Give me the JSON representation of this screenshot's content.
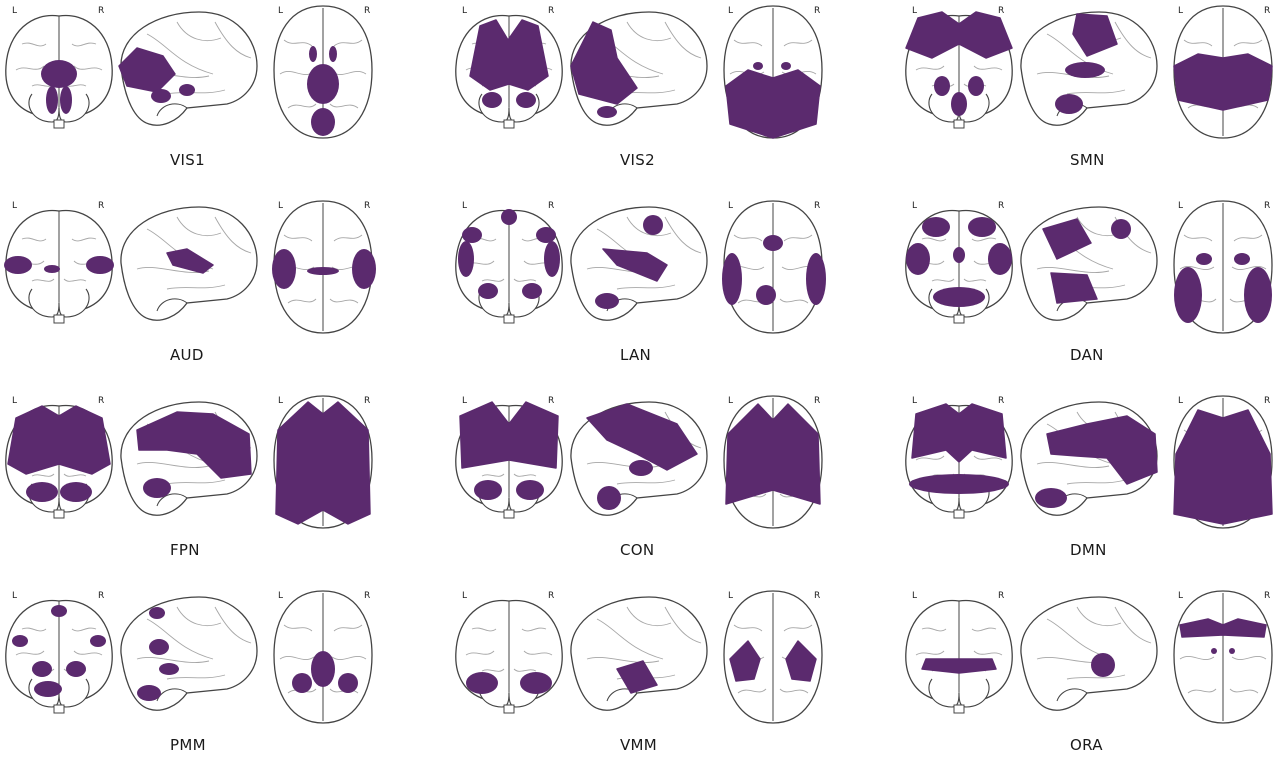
{
  "side_labels": {
    "left": "L",
    "right": "R"
  },
  "colors": {
    "region": "#5b2a6e",
    "outline": "#444444",
    "sulcus": "#a6a6a6"
  },
  "networks": [
    {
      "label": "VIS1"
    },
    {
      "label": "VIS2"
    },
    {
      "label": "SMN"
    },
    {
      "label": "AUD"
    },
    {
      "label": "LAN"
    },
    {
      "label": "DAN"
    },
    {
      "label": "FPN"
    },
    {
      "label": "CON"
    },
    {
      "label": "DMN"
    },
    {
      "label": "PMM"
    },
    {
      "label": "VMM"
    },
    {
      "label": "ORA"
    }
  ]
}
